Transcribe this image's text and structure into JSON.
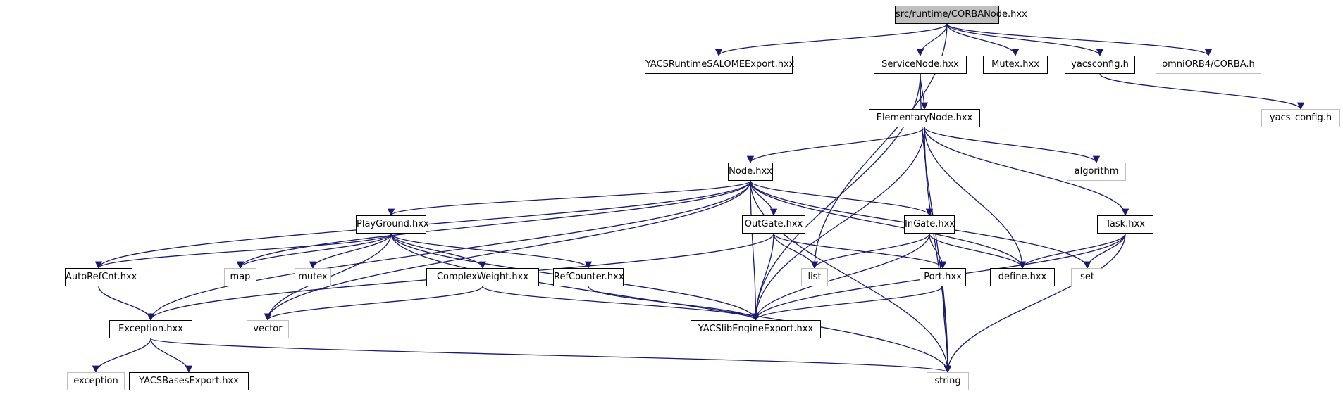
{
  "title": "src/runtime/CORBANode.hxx include dependency graph",
  "colors": {
    "edge": "#191970",
    "root_fill": "#bfbfbf",
    "internal_border": "#000000",
    "external_border": "#bfbfbf"
  },
  "nodes": [
    {
      "id": "corbanode",
      "label": "src/runtime/CORBANode.hxx",
      "kind": "root"
    },
    {
      "id": "yacsruntimesalome",
      "label": "YACSRuntimeSALOMEExport.hxx",
      "kind": "internal"
    },
    {
      "id": "servicenode",
      "label": "ServiceNode.hxx",
      "kind": "internal"
    },
    {
      "id": "mutexhxx",
      "label": "Mutex.hxx",
      "kind": "internal"
    },
    {
      "id": "yacsconfig",
      "label": "yacsconfig.h",
      "kind": "internal"
    },
    {
      "id": "omniorb",
      "label": "omniORB4/CORBA.h",
      "kind": "external"
    },
    {
      "id": "yacs_config",
      "label": "yacs_config.h",
      "kind": "external"
    },
    {
      "id": "elementarynode",
      "label": "ElementaryNode.hxx",
      "kind": "internal"
    },
    {
      "id": "algorithm",
      "label": "algorithm",
      "kind": "external"
    },
    {
      "id": "nodehxx",
      "label": "Node.hxx",
      "kind": "internal"
    },
    {
      "id": "playground",
      "label": "PlayGround.hxx",
      "kind": "internal"
    },
    {
      "id": "outgate",
      "label": "OutGate.hxx",
      "kind": "internal"
    },
    {
      "id": "ingate",
      "label": "InGate.hxx",
      "kind": "internal"
    },
    {
      "id": "task",
      "label": "Task.hxx",
      "kind": "internal"
    },
    {
      "id": "autorefcnt",
      "label": "AutoRefCnt.hxx",
      "kind": "internal"
    },
    {
      "id": "map",
      "label": "map",
      "kind": "external"
    },
    {
      "id": "mutex",
      "label": "mutex",
      "kind": "external"
    },
    {
      "id": "complexweight",
      "label": "ComplexWeight.hxx",
      "kind": "internal"
    },
    {
      "id": "refcounter",
      "label": "RefCounter.hxx",
      "kind": "internal"
    },
    {
      "id": "list",
      "label": "list",
      "kind": "external"
    },
    {
      "id": "port",
      "label": "Port.hxx",
      "kind": "internal"
    },
    {
      "id": "define",
      "label": "define.hxx",
      "kind": "internal"
    },
    {
      "id": "set",
      "label": "set",
      "kind": "external"
    },
    {
      "id": "exceptionhxx",
      "label": "Exception.hxx",
      "kind": "internal"
    },
    {
      "id": "vector",
      "label": "vector",
      "kind": "external"
    },
    {
      "id": "yacslibengine",
      "label": "YACSlibEngineExport.hxx",
      "kind": "internal"
    },
    {
      "id": "exception",
      "label": "exception",
      "kind": "external"
    },
    {
      "id": "yacsbases",
      "label": "YACSBasesExport.hxx",
      "kind": "internal"
    },
    {
      "id": "string",
      "label": "string",
      "kind": "external"
    }
  ],
  "edges": [
    [
      "corbanode",
      "yacsruntimesalome"
    ],
    [
      "corbanode",
      "servicenode"
    ],
    [
      "corbanode",
      "mutexhxx"
    ],
    [
      "corbanode",
      "yacsconfig"
    ],
    [
      "corbanode",
      "omniorb"
    ],
    [
      "corbanode",
      "list"
    ],
    [
      "yacsconfig",
      "yacs_config"
    ],
    [
      "servicenode",
      "elementarynode"
    ],
    [
      "servicenode",
      "yacslibengine"
    ],
    [
      "servicenode",
      "string"
    ],
    [
      "elementarynode",
      "nodehxx"
    ],
    [
      "elementarynode",
      "algorithm"
    ],
    [
      "elementarynode",
      "task"
    ],
    [
      "elementarynode",
      "define"
    ],
    [
      "elementarynode",
      "yacslibengine"
    ],
    [
      "elementarynode",
      "string"
    ],
    [
      "nodehxx",
      "playground"
    ],
    [
      "nodehxx",
      "outgate"
    ],
    [
      "nodehxx",
      "ingate"
    ],
    [
      "nodehxx",
      "autorefcnt"
    ],
    [
      "nodehxx",
      "map"
    ],
    [
      "nodehxx",
      "vector"
    ],
    [
      "nodehxx",
      "exceptionhxx"
    ],
    [
      "nodehxx",
      "yacslibengine"
    ],
    [
      "nodehxx",
      "define"
    ],
    [
      "nodehxx",
      "set"
    ],
    [
      "nodehxx",
      "string"
    ],
    [
      "playground",
      "autorefcnt"
    ],
    [
      "playground",
      "map"
    ],
    [
      "playground",
      "mutex"
    ],
    [
      "playground",
      "vector"
    ],
    [
      "playground",
      "complexweight"
    ],
    [
      "playground",
      "refcounter"
    ],
    [
      "playground",
      "yacslibengine"
    ],
    [
      "playground",
      "string"
    ],
    [
      "outgate",
      "exceptionhxx"
    ],
    [
      "outgate",
      "list"
    ],
    [
      "outgate",
      "port"
    ],
    [
      "outgate",
      "yacslibengine"
    ],
    [
      "ingate",
      "list"
    ],
    [
      "ingate",
      "port"
    ],
    [
      "ingate",
      "define"
    ],
    [
      "ingate",
      "yacslibengine"
    ],
    [
      "task",
      "define"
    ],
    [
      "task",
      "set"
    ],
    [
      "task",
      "yacslibengine"
    ],
    [
      "task",
      "string"
    ],
    [
      "autorefcnt",
      "exceptionhxx"
    ],
    [
      "complexweight",
      "vector"
    ],
    [
      "complexweight",
      "yacslibengine"
    ],
    [
      "refcounter",
      "yacslibengine"
    ],
    [
      "port",
      "yacslibengine"
    ],
    [
      "port",
      "string"
    ],
    [
      "exceptionhxx",
      "exception"
    ],
    [
      "exceptionhxx",
      "yacsbases"
    ],
    [
      "exceptionhxx",
      "string"
    ]
  ]
}
